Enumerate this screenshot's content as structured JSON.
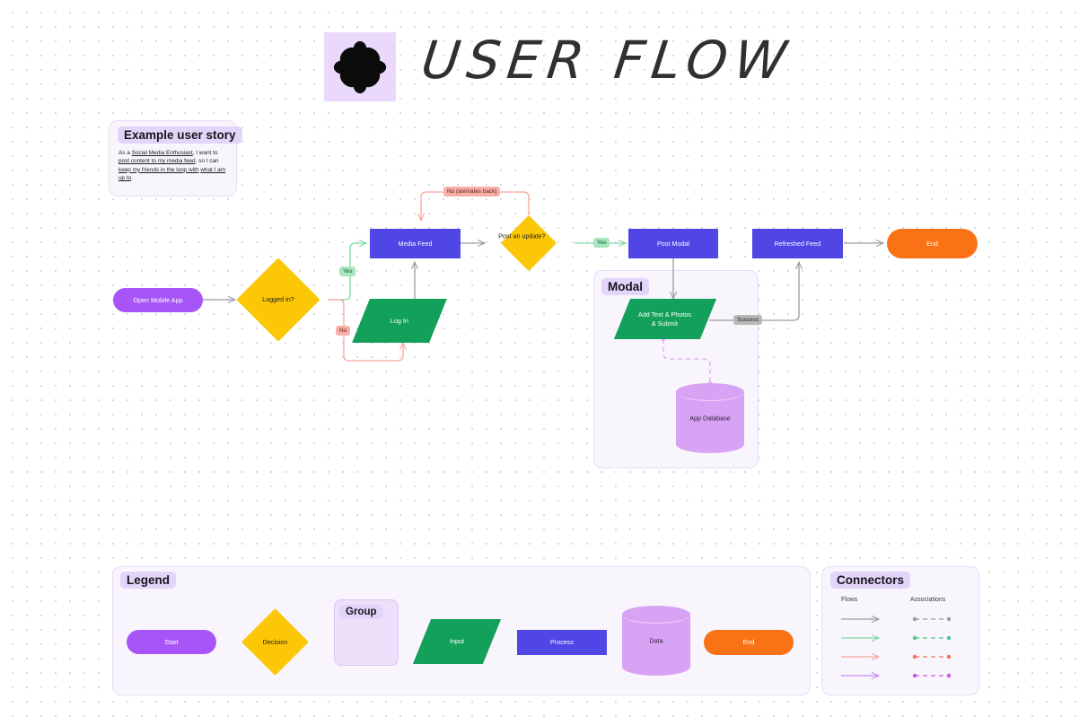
{
  "header": {
    "title": "USER FLOW",
    "logo_icon": "flower-logo-icon",
    "logo_tile_color": "#ead9fb"
  },
  "user_story": {
    "chip_label": "Example user story",
    "line1_pre": "As a ",
    "line1_underlined": "Social Media Enthusiast",
    "line1_post": ", I want",
    "line2_pre": "to ",
    "line2_underlined": "post content to my media feed",
    "line2_post": ", so",
    "line3_pre": "I can ",
    "line3_underlined": "keep my friends in the loop with",
    "line4_underlined": "what I am up to",
    "line4_post": "."
  },
  "modal_group": {
    "chip_label": "Modal"
  },
  "flow": {
    "nodes": [
      {
        "id": "open-mobile-app",
        "label": "Open Mobile App",
        "shape": "start"
      },
      {
        "id": "logged-in",
        "label": "Logged in?",
        "shape": "decision"
      },
      {
        "id": "log-in",
        "label": "Log In",
        "shape": "input"
      },
      {
        "id": "media-feed",
        "label": "Media Feed",
        "shape": "process"
      },
      {
        "id": "post-an-update",
        "label": "Post an update?",
        "shape": "decision"
      },
      {
        "id": "post-modal",
        "label": "Post Modal",
        "shape": "process"
      },
      {
        "id": "add-text-photos",
        "label": "Add Text & Photos\n& Submit",
        "shape": "input"
      },
      {
        "id": "app-database",
        "label": "App Database",
        "shape": "data"
      },
      {
        "id": "refreshed-feed",
        "label": "Refreshed Feed",
        "shape": "process"
      },
      {
        "id": "end",
        "label": "End",
        "shape": "end"
      }
    ],
    "edge_labels": [
      {
        "id": "yes-logged-in",
        "text": "Yes",
        "style": "yes"
      },
      {
        "id": "no-logged-in",
        "text": "No",
        "style": "no"
      },
      {
        "id": "no-animates-back",
        "text": "No (animates back)",
        "style": "no"
      },
      {
        "id": "yes-post-update",
        "text": "Yes",
        "style": "yes"
      },
      {
        "id": "success",
        "text": "Success",
        "style": "gray"
      }
    ]
  },
  "legend": {
    "chip_label": "Legend",
    "items": [
      {
        "id": "start",
        "label": "Start",
        "shape": "start"
      },
      {
        "id": "decision",
        "label": "Decision",
        "shape": "decision"
      },
      {
        "id": "group",
        "label": "Group",
        "shape": "group"
      },
      {
        "id": "input",
        "label": "Input",
        "shape": "input"
      },
      {
        "id": "process",
        "label": "Process",
        "shape": "process"
      },
      {
        "id": "data",
        "label": "Data",
        "shape": "data"
      },
      {
        "id": "end",
        "label": "End",
        "shape": "end"
      }
    ]
  },
  "connectors": {
    "chip_label": "Connectors",
    "columns": [
      "Flows",
      "Associations"
    ],
    "rows": [
      {
        "id": "gray",
        "color": "#9a9aa3"
      },
      {
        "id": "green",
        "color": "#7ed9a2"
      },
      {
        "id": "red",
        "color": "#f7a79b"
      },
      {
        "id": "purple",
        "color": "#c98ef0"
      }
    ]
  },
  "colors": {
    "start": "#a855f7",
    "decision": "#fbc706",
    "input": "#13a05a",
    "process": "#4f46e5",
    "data": "#d9a3f5",
    "end": "#f97316",
    "group_bg": "#f8f5fd",
    "group_chip": "#e3d4fa",
    "flow_gray": "#9a9aa3",
    "flow_green": "#7ed9a2",
    "flow_red": "#f7a79b",
    "flow_purple": "#c98ef0"
  }
}
